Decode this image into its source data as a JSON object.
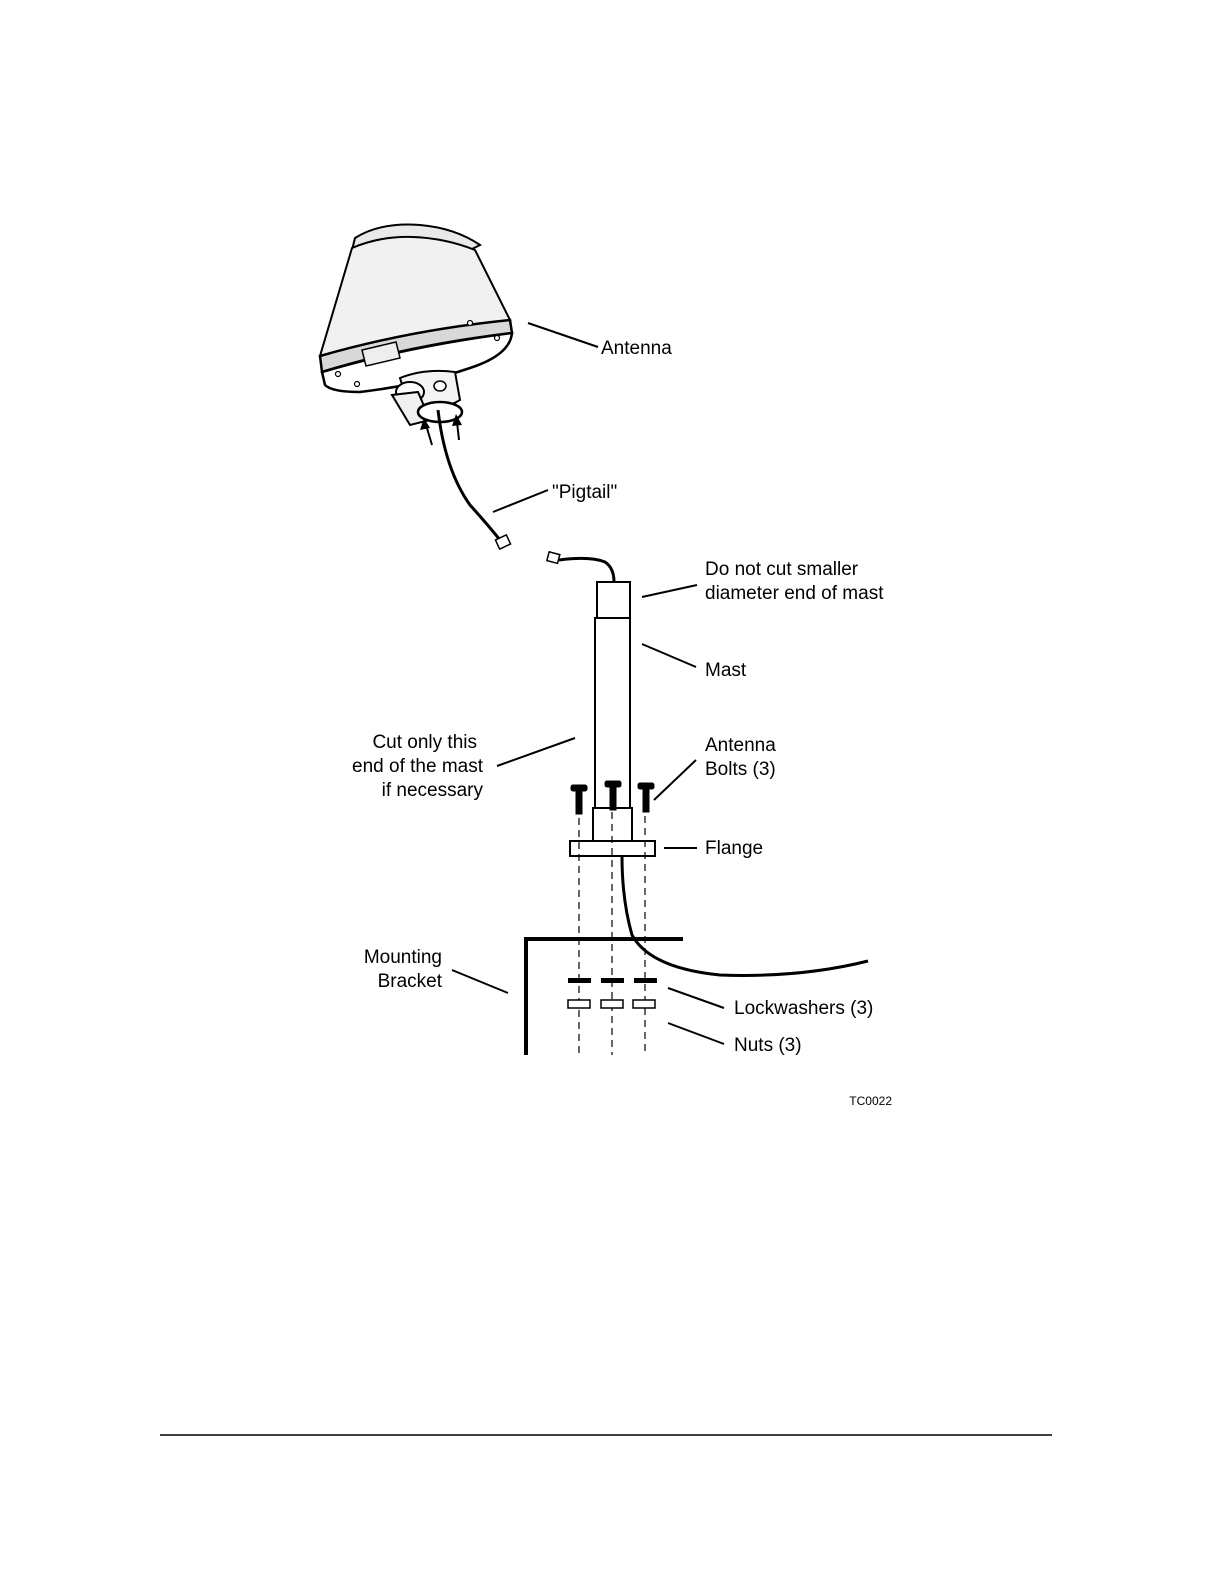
{
  "labels": {
    "antenna": "Antenna",
    "pigtail": "\"Pigtail\"",
    "do_not_cut_line1": "Do not cut smaller",
    "do_not_cut_line2": "diameter end of mast",
    "mast": "Mast",
    "cut_only_line1": "Cut only this",
    "cut_only_line2": "end of the mast",
    "cut_only_line3": "if necessary",
    "antenna_bolts_line1": "Antenna",
    "antenna_bolts_line2": "Bolts (3)",
    "flange": "Flange",
    "mounting_bracket_line1": "Mounting",
    "mounting_bracket_line2": "Bracket",
    "lockwashers": "Lockwashers (3)",
    "nuts": "Nuts (3)",
    "figure_code": "TC0022"
  }
}
